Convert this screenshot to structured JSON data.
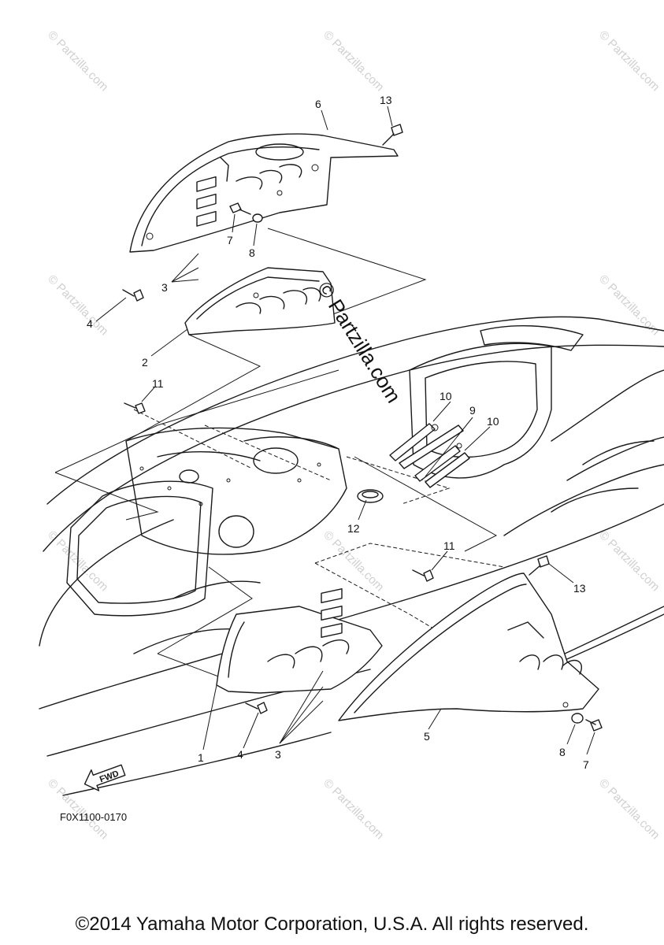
{
  "diagram": {
    "callouts": {
      "c1": "1",
      "c2": "2",
      "c3a": "3",
      "c3b": "3",
      "c4a": "4",
      "c4b": "4",
      "c5": "5",
      "c6": "6",
      "c7a": "7",
      "c7b": "7",
      "c8a": "8",
      "c8b": "8",
      "c9": "9",
      "c10a": "10",
      "c10b": "10",
      "c11a": "11",
      "c11b": "11",
      "c12": "12",
      "c13a": "13",
      "c13b": "13"
    },
    "fwd_label": "FWD",
    "drawing_code": "F0X1100-0170",
    "watermark_small": "© Partzilla.com",
    "watermark_large": "© Partzilla.com"
  },
  "footer": {
    "copyright": "©2014 Yamaha Motor Corporation, U.S.A. All rights reserved."
  }
}
